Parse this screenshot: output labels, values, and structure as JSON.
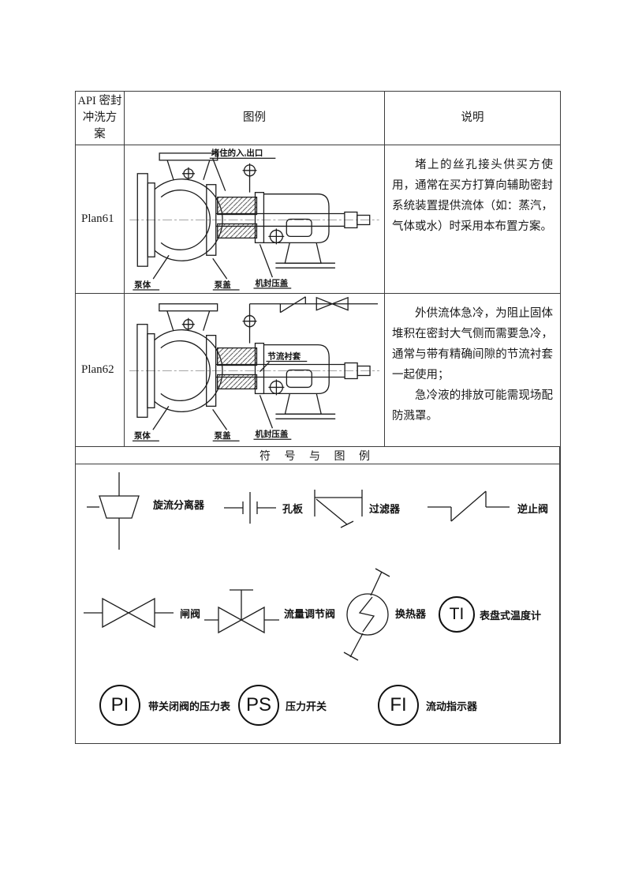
{
  "table": {
    "header": {
      "plan_col": "API 密封冲洗方案",
      "diagram_col": "图例",
      "desc_col": "说明"
    },
    "plan61": {
      "id": "Plan61",
      "top_label": "堵住的入,出口",
      "desc": "堵上的丝孔接头供买方使用，通常在买方打算向辅助密封系统装置提供流体（如：蒸汽，气体或水）时采用本布置方案。"
    },
    "plan62": {
      "id": "Plan62",
      "bushing_label": "节流衬套",
      "desc1": "外供流体急冷，为阻止固体堆积在密封大气侧而需要急冷，通常与带有精确间隙的节流衬套一起使用；",
      "desc2": "急冷液的排放可能需现场配防溅罩。"
    },
    "pump_labels": {
      "body": "泵体",
      "cover": "泵盖",
      "gland": "机封压盖"
    },
    "symbols_title": "符 号 与 图 例"
  },
  "symbols": {
    "separator": "旋流分离器",
    "orifice": "孔板",
    "filter": "过滤器",
    "check_valve": "逆止阀",
    "gate_valve": "闸阀",
    "flow_valve": "流量调节阀",
    "heat_exchanger": "换热器",
    "thermometer": {
      "tag": "TI",
      "label": "表盘式温度计"
    },
    "pressure_gauge": {
      "tag": "PI",
      "label": "带关闭阀的压力表"
    },
    "pressure_switch": {
      "tag": "PS",
      "label": "压力开关"
    },
    "flow_indicator": {
      "tag": "FI",
      "label": "流动指示器"
    }
  }
}
